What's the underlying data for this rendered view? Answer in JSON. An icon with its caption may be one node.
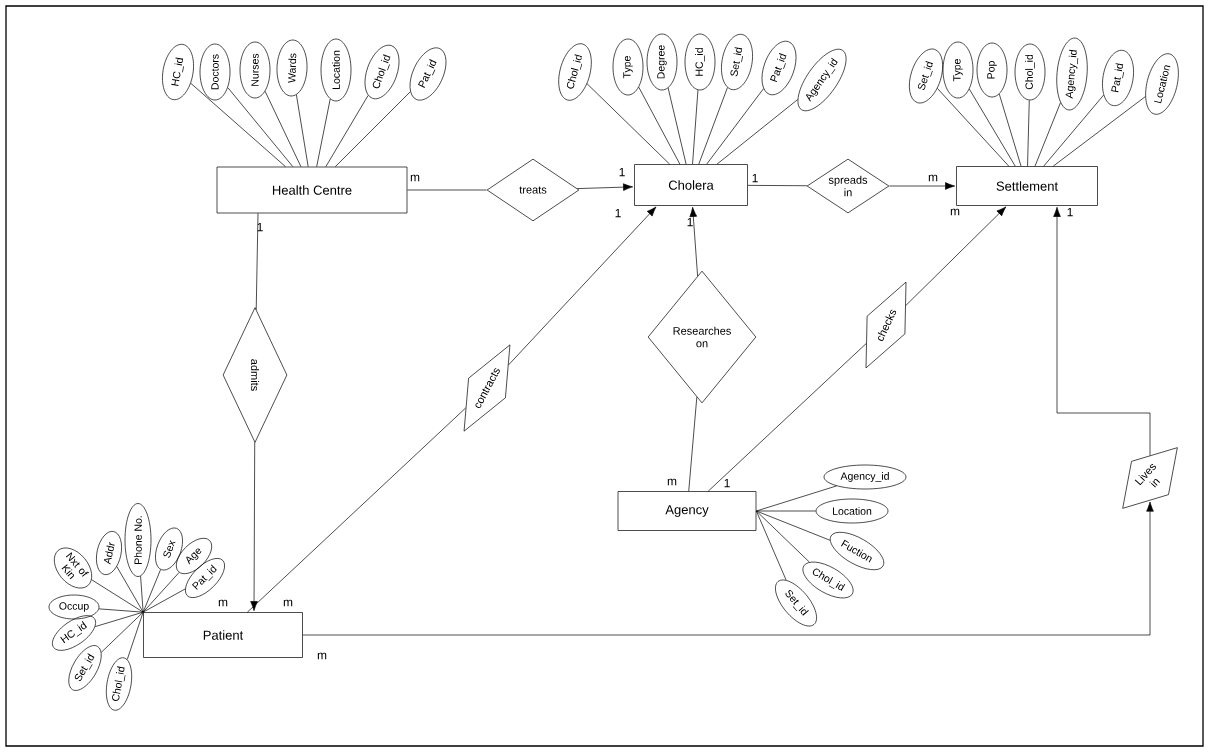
{
  "diagram": {
    "nodes": [
      {
        "text": [
          "Health Centre"
        ]
      },
      {
        "text": [
          "Cholera"
        ]
      },
      {
        "text": [
          "Settlement"
        ]
      },
      {
        "text": [
          "Patient"
        ]
      },
      {
        "text": [
          "Agency"
        ]
      },
      {
        "text": [
          "treats"
        ]
      },
      {
        "text": [
          "spreads in"
        ]
      },
      {
        "text": [
          "admits"
        ]
      },
      {
        "text": [
          "contracts"
        ]
      },
      {
        "text": [
          "Researches on"
        ]
      },
      {
        "text": [
          "checks"
        ]
      },
      {
        "text": [
          "Lives in"
        ]
      },
      {
        "text": [
          "HC_id"
        ]
      },
      {
        "text": [
          "Doctors"
        ]
      },
      {
        "text": [
          "Nurses"
        ]
      },
      {
        "text": [
          "Wards"
        ]
      },
      {
        "text": [
          "Location"
        ]
      },
      {
        "text": [
          "Chol_id"
        ]
      },
      {
        "text": [
          "Pat_id"
        ]
      },
      {
        "text": [
          "Chol_id"
        ]
      },
      {
        "text": [
          "Type"
        ]
      },
      {
        "text": [
          "Degree"
        ]
      },
      {
        "text": [
          "HC_id"
        ]
      },
      {
        "text": [
          "Set_id"
        ]
      },
      {
        "text": [
          "Pat_id"
        ]
      },
      {
        "text": [
          "Agency_id"
        ]
      },
      {
        "text": [
          "Set_id"
        ]
      },
      {
        "text": [
          "Type"
        ]
      },
      {
        "text": [
          "Pop"
        ]
      },
      {
        "text": [
          "Chol_id"
        ]
      },
      {
        "text": [
          "Agency_id"
        ]
      },
      {
        "text": [
          "Pat_id"
        ]
      },
      {
        "text": [
          "Location"
        ]
      },
      {
        "text": [
          "Nxt of Kin"
        ]
      },
      {
        "text": [
          "Addr"
        ]
      },
      {
        "text": [
          "Phone No."
        ]
      },
      {
        "text": [
          "Sex"
        ]
      },
      {
        "text": [
          "Age"
        ]
      },
      {
        "text": [
          "Pat_id"
        ]
      },
      {
        "text": [
          "Occup"
        ]
      },
      {
        "text": [
          "HC_id"
        ]
      },
      {
        "text": [
          "Set_id"
        ]
      },
      {
        "text": [
          "Chol_id"
        ]
      },
      {
        "text": [
          "Agency_id"
        ]
      },
      {
        "text": [
          "Location"
        ]
      },
      {
        "text": [
          "Fuction"
        ]
      },
      {
        "text": [
          "Chol_id"
        ]
      },
      {
        "text": [
          "Set_id"
        ]
      }
    ],
    "edges": [
      {
        "from": 0,
        "to": 5,
        "arrow": "none"
      },
      {
        "from": 5,
        "to": 1,
        "arrow": "to"
      },
      {
        "from": 1,
        "to": 6,
        "arrow": "none"
      },
      {
        "from": 6,
        "to": 2,
        "arrow": "to"
      },
      {
        "from": 0,
        "to": 7,
        "arrow": "none"
      },
      {
        "from": 7,
        "to": 3,
        "arrow": "to"
      },
      {
        "from": 3,
        "to": 8,
        "arrow": "none"
      },
      {
        "from": 8,
        "to": 1,
        "arrow": "to"
      },
      {
        "from": 4,
        "to": 9,
        "arrow": "none"
      },
      {
        "from": 9,
        "to": 1,
        "arrow": "to"
      },
      {
        "from": 4,
        "to": 10,
        "arrow": "none"
      },
      {
        "from": 10,
        "to": 2,
        "arrow": "to"
      },
      {
        "from": 3,
        "to": 11,
        "arrow": "to"
      },
      {
        "from": 11,
        "to": 2,
        "arrow": "to"
      },
      {
        "from": 12,
        "to": 0,
        "arrow": "none"
      },
      {
        "from": 13,
        "to": 0,
        "arrow": "none"
      },
      {
        "from": 14,
        "to": 0,
        "arrow": "none"
      },
      {
        "from": 15,
        "to": 0,
        "arrow": "none"
      },
      {
        "from": 16,
        "to": 0,
        "arrow": "none"
      },
      {
        "from": 17,
        "to": 0,
        "arrow": "none"
      },
      {
        "from": 18,
        "to": 0,
        "arrow": "none"
      },
      {
        "from": 19,
        "to": 1,
        "arrow": "none"
      },
      {
        "from": 20,
        "to": 1,
        "arrow": "none"
      },
      {
        "from": 21,
        "to": 1,
        "arrow": "none"
      },
      {
        "from": 22,
        "to": 1,
        "arrow": "none"
      },
      {
        "from": 23,
        "to": 1,
        "arrow": "none"
      },
      {
        "from": 24,
        "to": 1,
        "arrow": "none"
      },
      {
        "from": 25,
        "to": 1,
        "arrow": "none"
      },
      {
        "from": 26,
        "to": 2,
        "arrow": "none"
      },
      {
        "from": 27,
        "to": 2,
        "arrow": "none"
      },
      {
        "from": 28,
        "to": 2,
        "arrow": "none"
      },
      {
        "from": 29,
        "to": 2,
        "arrow": "none"
      },
      {
        "from": 30,
        "to": 2,
        "arrow": "none"
      },
      {
        "from": 31,
        "to": 2,
        "arrow": "none"
      },
      {
        "from": 32,
        "to": 2,
        "arrow": "none"
      },
      {
        "from": 33,
        "to": 3,
        "arrow": "none"
      },
      {
        "from": 34,
        "to": 3,
        "arrow": "none"
      },
      {
        "from": 35,
        "to": 3,
        "arrow": "none"
      },
      {
        "from": 36,
        "to": 3,
        "arrow": "none"
      },
      {
        "from": 37,
        "to": 3,
        "arrow": "none"
      },
      {
        "from": 38,
        "to": 3,
        "arrow": "none"
      },
      {
        "from": 39,
        "to": 3,
        "arrow": "none"
      },
      {
        "from": 40,
        "to": 3,
        "arrow": "none"
      },
      {
        "from": 41,
        "to": 3,
        "arrow": "none"
      },
      {
        "from": 42,
        "to": 3,
        "arrow": "none"
      },
      {
        "from": 43,
        "to": 4,
        "arrow": "none"
      },
      {
        "from": 44,
        "to": 4,
        "arrow": "none"
      },
      {
        "from": 45,
        "to": 4,
        "arrow": "none"
      },
      {
        "from": 46,
        "to": 4,
        "arrow": "none"
      },
      {
        "from": 47,
        "to": 4,
        "arrow": "none"
      }
    ],
    "labels": [
      "1",
      "m",
      "1",
      "m",
      "1",
      "1",
      "m",
      "1",
      "1",
      "m",
      "m",
      "m",
      "1",
      "m"
    ]
  }
}
